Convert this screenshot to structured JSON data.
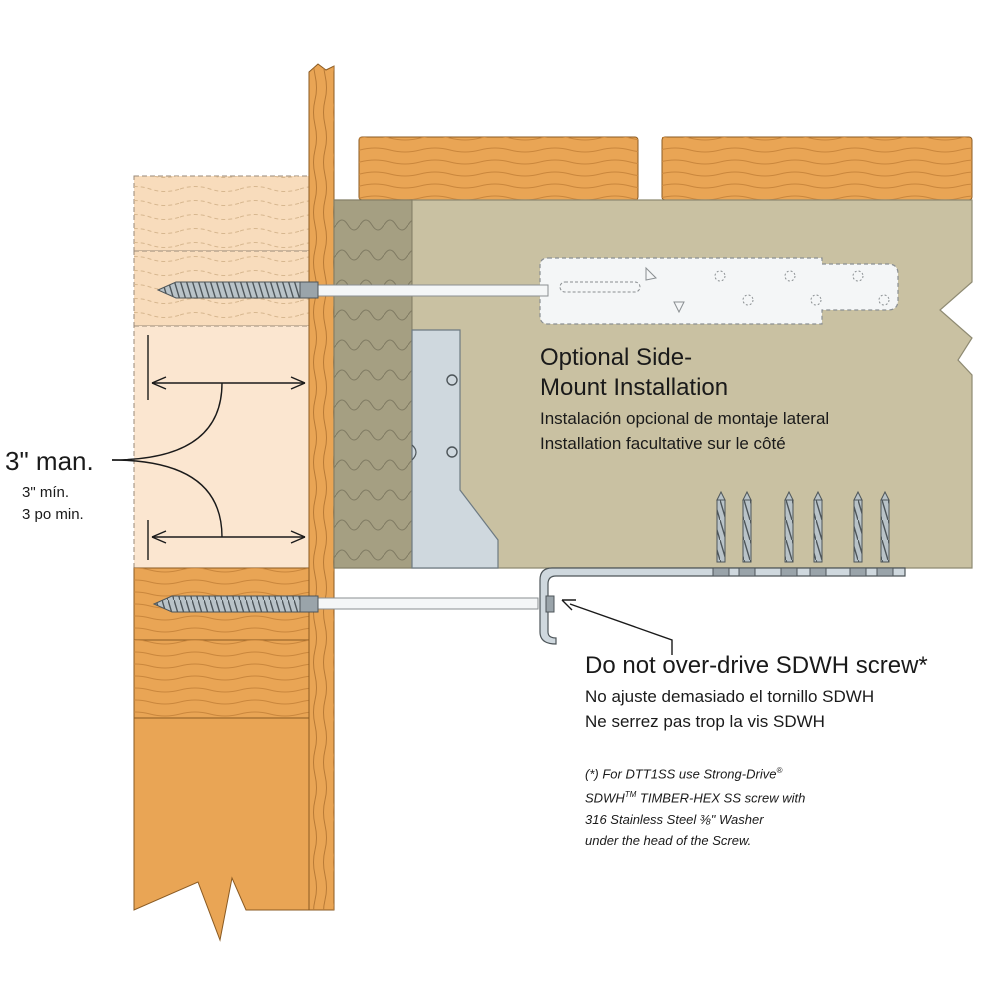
{
  "dimension": {
    "en": "3\" man.",
    "es": "3\" mín.",
    "fr": "3 po min."
  },
  "side_mount": {
    "title_line1": "Optional Side-",
    "title_line2": "Mount Installation",
    "es": "Instalación opcional de montaje lateral",
    "fr": "Installation facultative sur le côté"
  },
  "warning": {
    "en": "Do not over-drive SDWH screw*",
    "es": "No ajuste demasiado el tornillo SDWH",
    "fr": "Ne serrez pas trop la vis SDWH"
  },
  "footnote": {
    "line1": "(*) For DTT1SS use Strong-Drive",
    "line1_mark": "®",
    "line2": "SDWH",
    "line2_mark": "TM",
    "line2_rest": " TIMBER-HEX SS screw with",
    "line3": "316 Stainless Steel ⅜\" Washer",
    "line4": "under the head of the Screw."
  },
  "colors": {
    "lumber": "#e9a555",
    "lumber_dark": "#b8752c",
    "joist": "#c9c1a2",
    "joist_edge": "#8e8a72",
    "ghost_block": "#f8dcbc",
    "end_grain": "#a59f82",
    "hanger": "#cfd8de",
    "screw": "#b9c3c8"
  }
}
